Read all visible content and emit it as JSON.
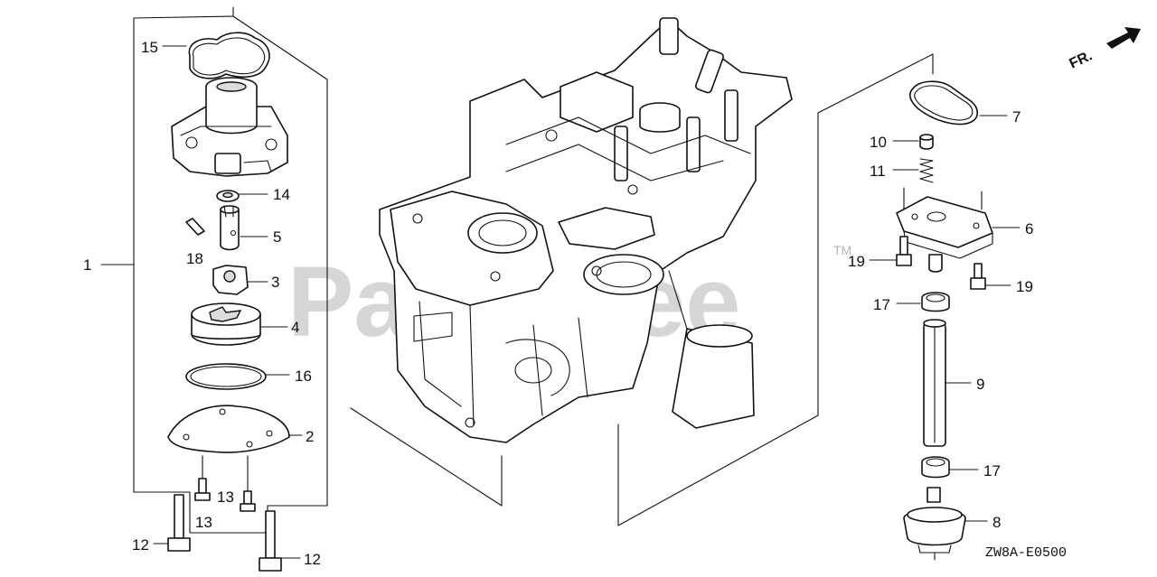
{
  "watermark": {
    "text": "PartsTree",
    "trademark": "TM"
  },
  "direction_marker": {
    "label": "FR."
  },
  "diagram_code": "ZW8A-E0500",
  "callouts": {
    "c1": "1",
    "c2": "2",
    "c3": "3",
    "c4": "4",
    "c5": "5",
    "c6": "6",
    "c7": "7",
    "c8": "8",
    "c9": "9",
    "c10": "10",
    "c11": "11",
    "c12a": "12",
    "c12b": "12",
    "c13a": "13",
    "c13b": "13",
    "c14": "14",
    "c15": "15",
    "c16": "16",
    "c17a": "17",
    "c17b": "17",
    "c18": "18",
    "c19a": "19",
    "c19b": "19"
  }
}
